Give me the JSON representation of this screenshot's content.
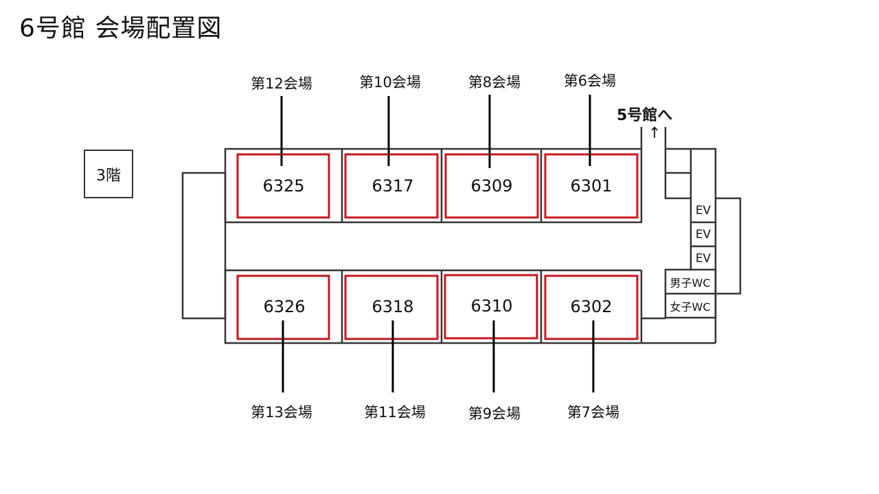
{
  "title": "6号館 会場配置図",
  "floor": "3階",
  "to_building": "5号館へ",
  "arrow": "↑",
  "top_rooms": [
    {
      "venue": "第12会場",
      "room": "6325"
    },
    {
      "venue": "第10会場",
      "room": "6317"
    },
    {
      "venue": "第8会場",
      "room": "6309"
    },
    {
      "venue": "第6会場",
      "room": "6301"
    }
  ],
  "bottom_rooms": [
    {
      "venue": "第13会場",
      "room": "6326"
    },
    {
      "venue": "第11会場",
      "room": "6318"
    },
    {
      "venue": "第9会場",
      "room": "6310"
    },
    {
      "venue": "第7会場",
      "room": "6302"
    }
  ],
  "facilities": {
    "ev1": "EV",
    "ev2": "EV",
    "ev3": "EV",
    "men_wc": "男子WC",
    "women_wc": "女子WC"
  },
  "colors": {
    "room_border": "#c8161d",
    "wall": "#333333"
  }
}
